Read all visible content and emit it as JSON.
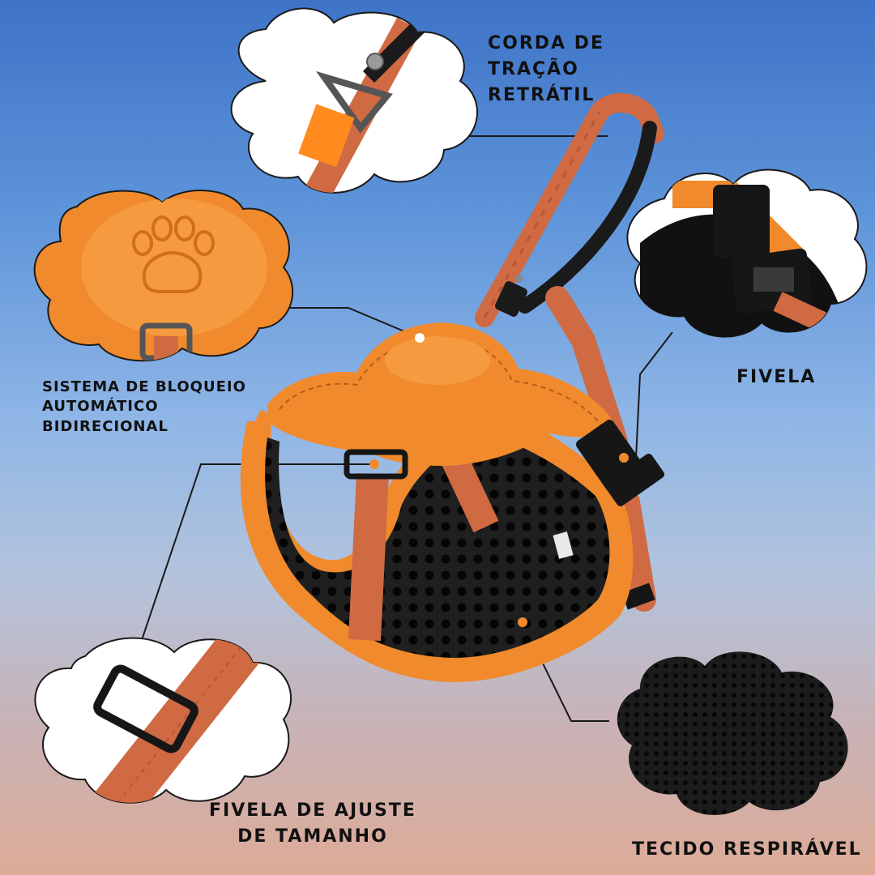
{
  "labels": {
    "leash": "CORDA DE\nTRAÇÃO\nRETRÁTIL",
    "lock": "SISTEMA DE BLOQUEIO\nAUTOMÁTICO\nBIDIRECIONAL",
    "buckle": "FIVELA",
    "adjust": "FIVELA DE AJUSTE\nDE TAMANHO",
    "fabric": "TECIDO RESPIRÁVEL"
  },
  "colors": {
    "harness_orange": "#f08a2c",
    "strap": "#cf6a43",
    "mesh": "#1a1a1a",
    "buckle": "#161616",
    "bubble": "#ffffff",
    "leader_line": "#1a1a1a"
  },
  "icons": {
    "lock_detail": "paw-print-icon",
    "buckle_detail": "side-release-buckle-icon",
    "adjuster_detail": "slide-adjuster-icon",
    "leash_detail": "leash-clip-icon"
  }
}
